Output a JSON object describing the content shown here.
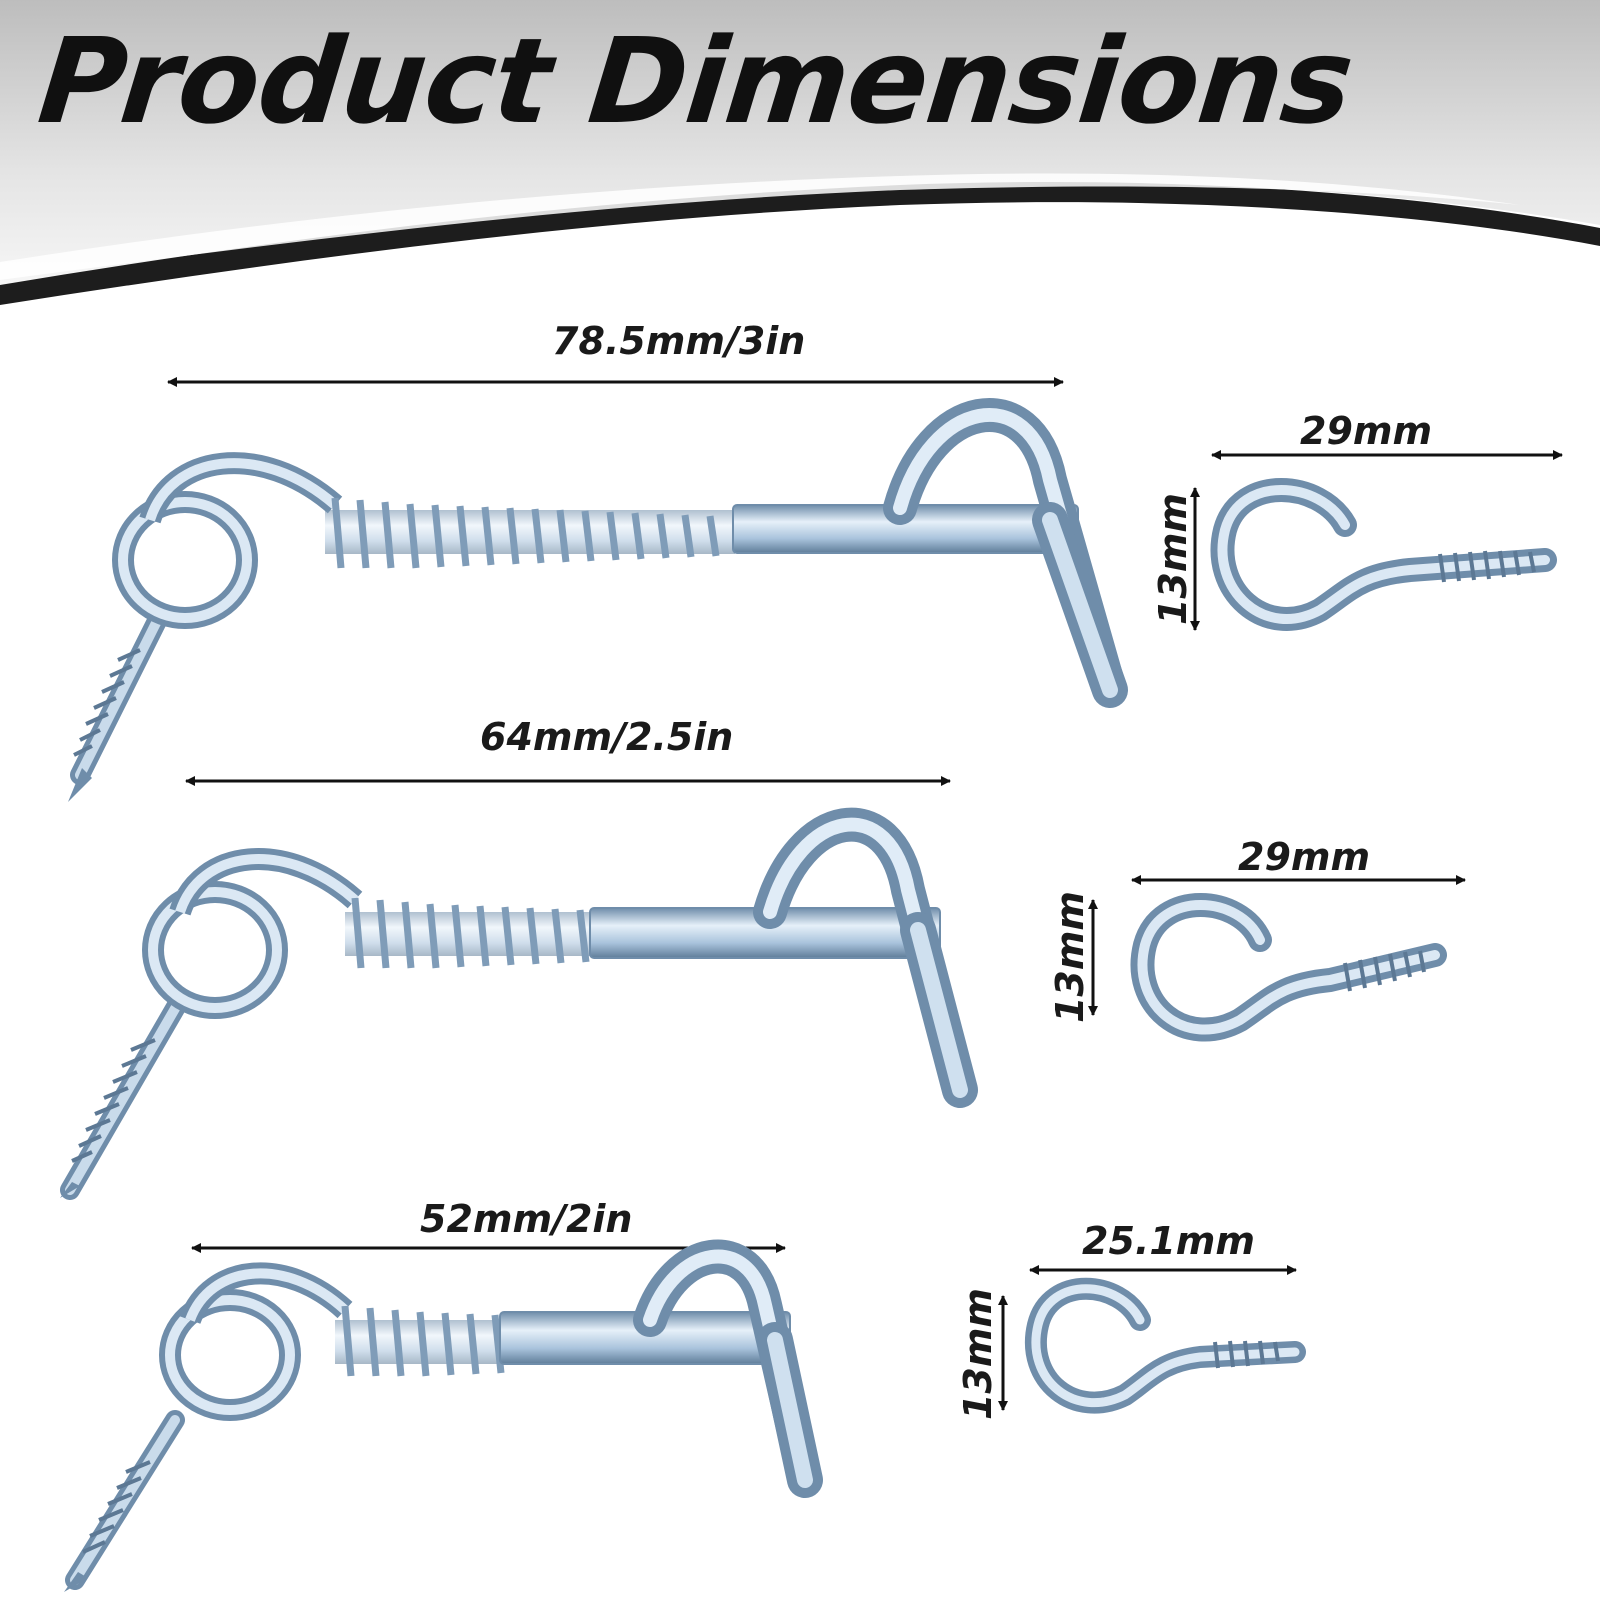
{
  "header": {
    "title": "Product Dimensions"
  },
  "colors": {
    "metal_light": "#dbe8f4",
    "metal_mid": "#a9c3dc",
    "metal_dark": "#6f8daa",
    "text": "#1a1a1a",
    "header_gray": "#d8d8d8"
  },
  "products": [
    {
      "hook_length": "78.5mm/3in",
      "eye_width": "29mm",
      "eye_height": "13mm"
    },
    {
      "hook_length": "64mm/2.5in",
      "eye_width": "29mm",
      "eye_height": "13mm"
    },
    {
      "hook_length": "52mm/2in",
      "eye_width": "25.1mm",
      "eye_height": "13mm"
    }
  ]
}
